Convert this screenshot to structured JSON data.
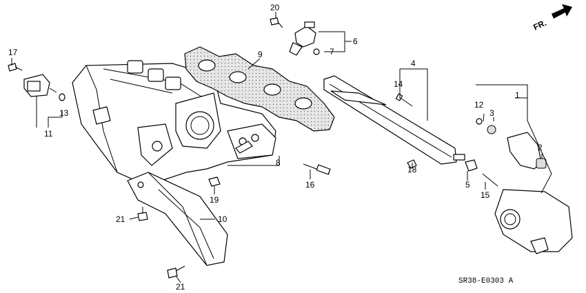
{
  "diagram": {
    "code": "SR38-E0303 A",
    "direction": "FR.",
    "callouts": [
      "1",
      "2",
      "3",
      "4",
      "5",
      "6",
      "7",
      "8",
      "9",
      "10",
      "11",
      "12",
      "13",
      "14",
      "15",
      "16",
      "17",
      "18",
      "19",
      "20",
      "21",
      "21"
    ]
  }
}
